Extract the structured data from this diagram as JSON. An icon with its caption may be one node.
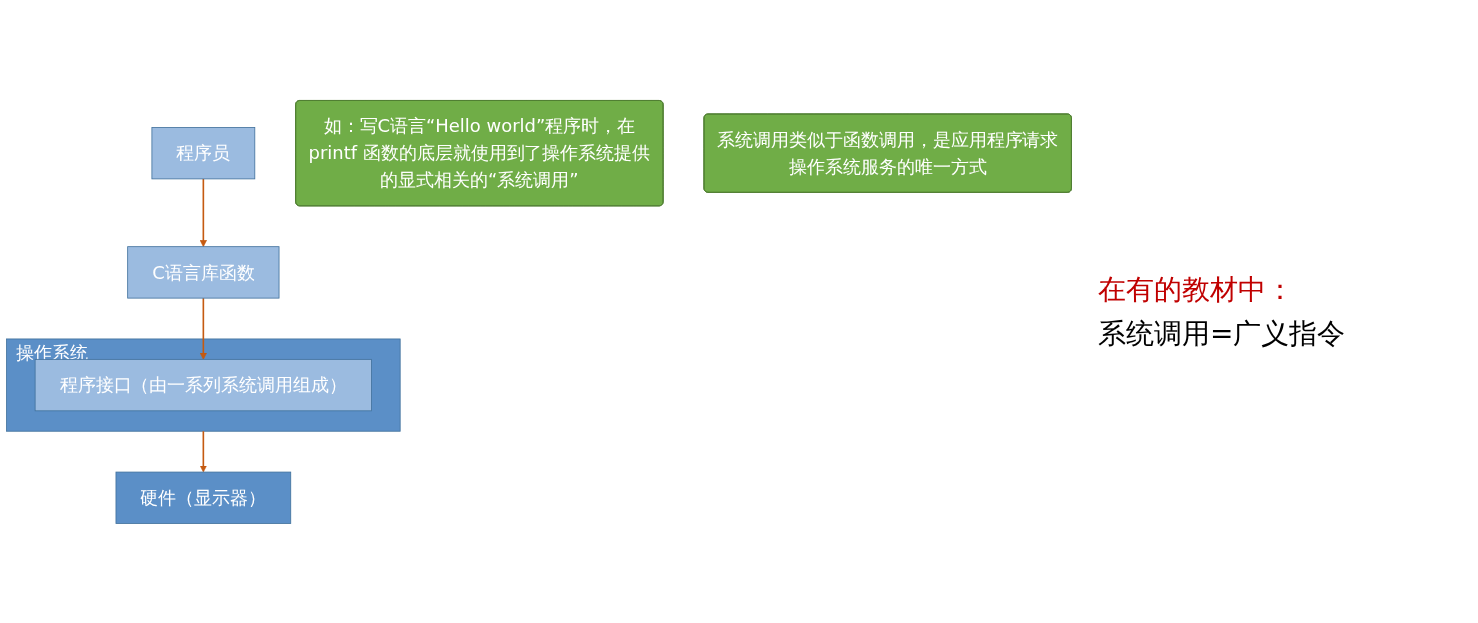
{
  "diagram": {
    "nodes": [
      {
        "text": [
          "程序员"
        ]
      },
      {
        "text": [
          "C语言库函数"
        ]
      },
      {
        "text": [
          "操作系统"
        ]
      },
      {
        "text": [
          "程序接口（由一系列系统调用组成）"
        ],
        "in": 2
      },
      {
        "text": [
          "硬件（显示器）"
        ]
      },
      {
        "text": [
          "如：写C语言“Hello world”程序时，在printf 函数的底层就使用到了操作系统提供的显式相关的“系统调用”"
        ]
      },
      {
        "text": [
          "系统调用类似于函数调用，是应用程序请求操作系统服务的唯一方式"
        ]
      }
    ],
    "edges": [
      {
        "from": 0,
        "to": 1,
        "arrow": "to"
      },
      {
        "from": 1,
        "to": 3,
        "arrow": "to"
      },
      {
        "from": 2,
        "to": 4,
        "arrow": "to"
      }
    ],
    "labels": [
      "在有的教材中：",
      "系统调用=广义指令"
    ]
  }
}
